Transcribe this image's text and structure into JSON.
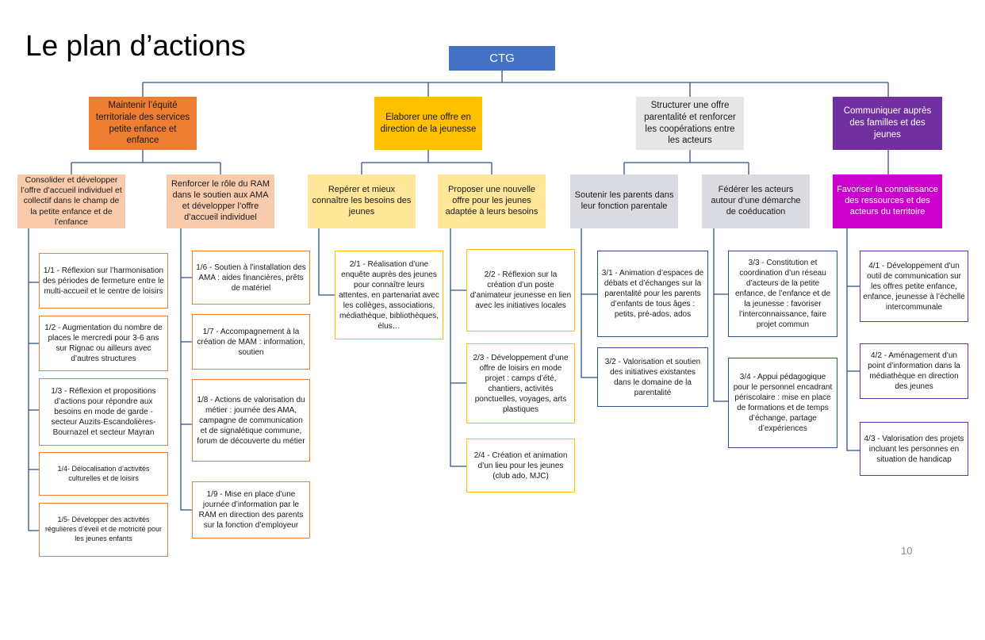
{
  "title": "Le plan d’actions",
  "page_number": "10",
  "root": "CTG",
  "axes": {
    "a1": "Maintenir l’équité territoriale des services petite enfance et enfance",
    "a2": "Elaborer une offre en direction de la jeunesse",
    "a3": "Structurer une offre parentalité et renforcer les coopérations entre les acteurs",
    "a4": "Communiquer auprès des familles et des jeunes"
  },
  "objectives": {
    "o11": "Consolider et développer l’offre d’accueil individuel et collectif dans le champ de la petite enfance et de l’enfance",
    "o12": "Renforcer le rôle du RAM dans le soutien aux AMA et développer l’offre d’accueil individuel",
    "o21": "Repérer et mieux connaître les besoins des jeunes",
    "o22": "Proposer une nouvelle offre pour les jeunes adaptée à leurs besoins",
    "o31": "Soutenir les parents dans leur fonction parentale",
    "o32": "Fédérer les acteurs autour d’une démarche de coéducation",
    "o41": "Favoriser la connaissance des ressources et des acteurs du territoire"
  },
  "actions": {
    "x11": "1/1 - Réflexion sur l’harmonisation des périodes de fermeture entre le multi-accueil et le centre de loisirs",
    "x12": "1/2 - Augmentation du nombre de places le mercredi pour 3-6 ans sur Rignac ou ailleurs avec d’autres structures",
    "x13": "1/3 - Réflexion et propositions d’actions pour répondre aux besoins en mode de garde - secteur Auzits-Escandolières-Bournazel et secteur Mayran",
    "x14": "1/4- Délocalisation d’activités culturelles et de loisirs",
    "x15": "1/5- Développer des activités régulières d’éveil et de motricité pour les jeunes enfants",
    "x16": "1/6 - Soutien à l’installation des AMA : aides financières, prêts de matériel",
    "x17": "1/7 - Accompagnement à la création de MAM : information, soutien",
    "x18": "1/8 - Actions de valorisation du métier : journée des AMA, campagne de communication et de signalétique commune, forum de découverte du métier",
    "x19": "1/9 - Mise en place d’une journée d’information par le RAM en direction des parents sur la fonction d’employeur",
    "x21": "2/1 - Réalisation d’une enquête auprès des jeunes pour connaître leurs attentes, en partenariat avec les collèges, associations, médiathèque, bibliothèques, élus…",
    "x22": "2/2 - Réflexion sur la création d’un poste d’animateur jeunesse en lien avec les initiatives locales",
    "x23": "2/3 - Développement d’une offre de loisirs en mode projet : camps d’été, chantiers, activités ponctuelles, voyages, arts plastiques",
    "x24": "2/4 - Création et animation d’un lieu pour les jeunes (club ado, MJC)",
    "x31": "3/1 - Animation d’espaces de débats et d’échanges sur la parentalité pour les parents d’enfants de tous âges : petits, pré-ados, ados",
    "x32": "3/2 - Valorisation et soutien des initiatives existantes dans le domaine de la parentalité",
    "x33": "3/3 - Constitution et coordination d’un réseau d’acteurs de la petite enfance, de l’enfance et de la jeunesse : favoriser l’interconnaissance, faire projet commun",
    "x34": "3/4 - Appui pédagogique pour le personnel encadrant périscolaire : mise en place de formations et de temps d’échange, partage d’expériences",
    "x41": "4/1 - Développement d’un outil de communication sur les offres petite enfance, enfance, jeunesse à l’échelle intercommunale",
    "x42": "4/2 - Aménagement d’un point d’information dans la médiathèque en direction des jeunes",
    "x43": "4/3 - Valorisation des projets incluant les personnes en situation de handicap"
  },
  "colors": {
    "root": "#4472c4",
    "axis1": "#ed7d31",
    "axis2": "#ffc000",
    "axis3": "#e7e6e6",
    "axis4": "#7030a0",
    "connector": "#2f4f8f"
  }
}
